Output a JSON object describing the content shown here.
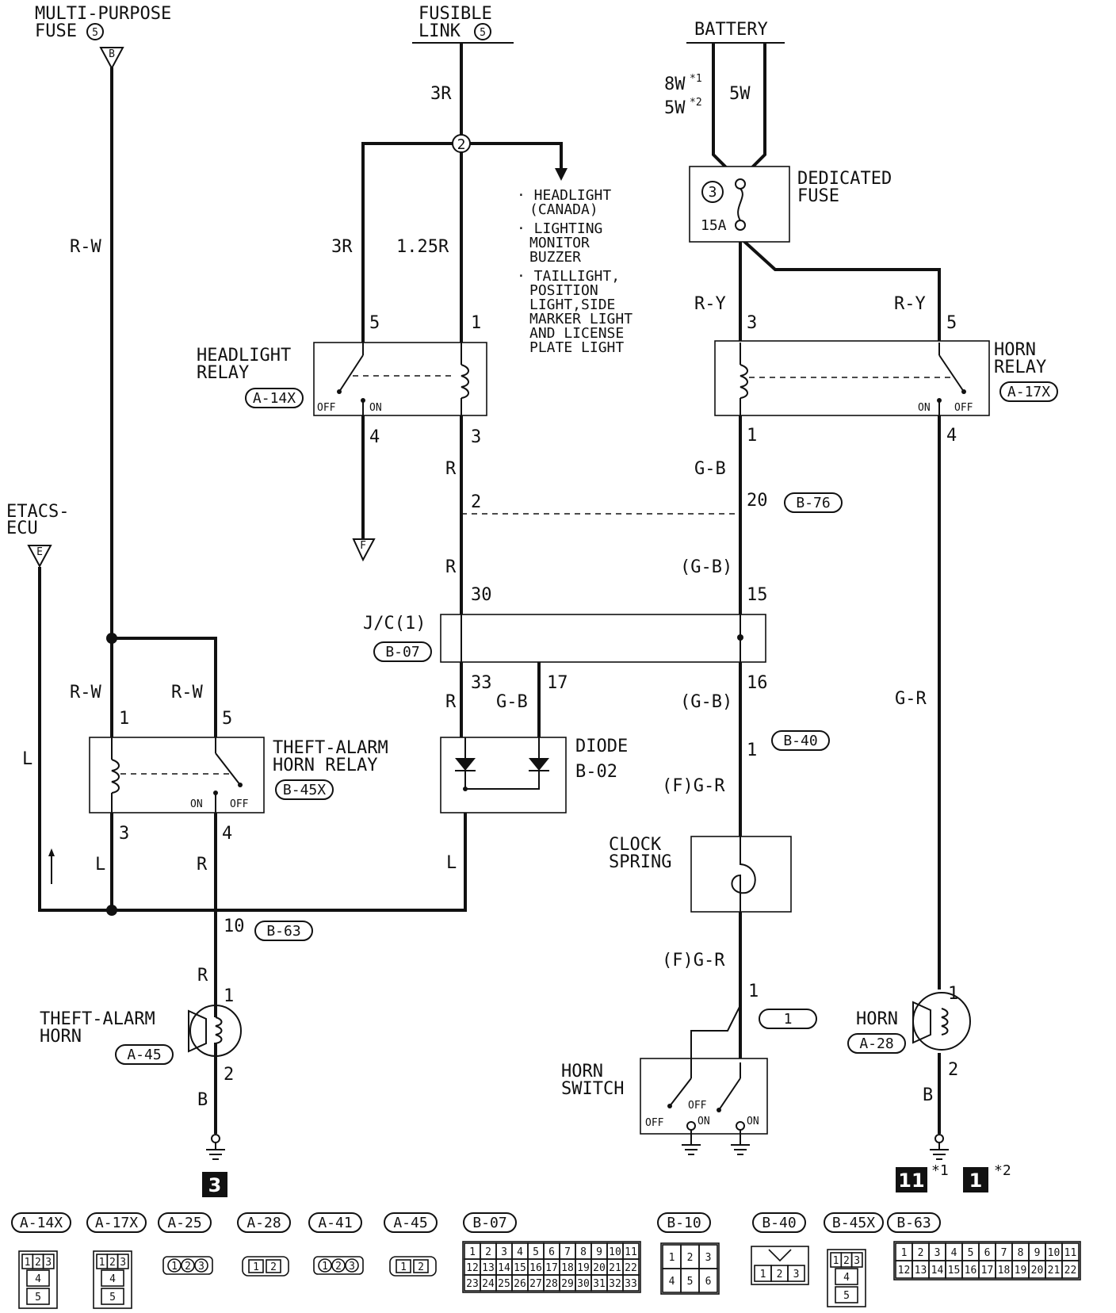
{
  "sources": {
    "mp_fuse_line1": "MULTI-PURPOSE",
    "mp_fuse_line2": "FUSE",
    "mp_fuse_num": "5",
    "mp_fuse_term": "B",
    "fusible_line1": "FUSIBLE",
    "fusible_line2": "LINK",
    "fusible_num": "5",
    "battery": "BATTERY",
    "etacs_line1": "ETACS-",
    "etacs_line2": "ECU",
    "etacs_term": "E",
    "ground_f": "F"
  },
  "wires": {
    "rw_top": "R-W",
    "rw_left": "R-W",
    "rw_right": "R-W",
    "r3_top": "3R",
    "r3_left": "3R",
    "r125": "1.25R",
    "w8": "8W",
    "w8_note": "*1",
    "w5a": "5W",
    "w5a_note": "*2",
    "w5b": "5W",
    "ry_left": "R-Y",
    "ry_right": "R-Y",
    "r_a": "R",
    "r_b": "R",
    "r_c": "R",
    "gb_a": "G-B",
    "gb_b": "(G-B)",
    "gb_c": "G-B",
    "gb_d": "(G-B)",
    "l_left": "L",
    "l_a": "L",
    "r_d": "R",
    "l_b": "L",
    "fgr_a": "(F)G-R",
    "fgr_b": "(F)G-R",
    "gr": "G-R",
    "r_e": "R",
    "b_a": "B",
    "b_b": "B"
  },
  "splice_num": "2",
  "circuits": [
    "· HEADLIGHT",
    "(CANADA)",
    "· LIGHTING",
    "MONITOR",
    "BUZZER",
    "· TAILLIGHT,",
    "POSITION",
    "LIGHT,SIDE",
    "MARKER LIGHT",
    "AND LICENSE",
    "PLATE LIGHT"
  ],
  "dedicated_fuse": {
    "line1": "DEDICATED",
    "line2": "FUSE",
    "num": "3",
    "rating": "15A"
  },
  "headlight_relay": {
    "line1": "HEADLIGHT",
    "line2": "RELAY",
    "code": "A-14X",
    "off": "OFF",
    "on": "ON",
    "pin5": "5",
    "pin1": "1",
    "pin4": "4",
    "pin3": "3"
  },
  "horn_relay": {
    "line1": "HORN",
    "line2": "RELAY",
    "code": "A-17X",
    "off": "OFF",
    "on": "ON",
    "pin3": "3",
    "pin5": "5",
    "pin1": "1",
    "pin4": "4"
  },
  "b76": {
    "pin_left": "2",
    "pin_right": "20",
    "code": "B-76"
  },
  "jc": {
    "name": "J/C(1)",
    "code": "B-07",
    "pin30": "30",
    "pin15": "15",
    "pin33": "33",
    "pin17": "17",
    "pin16": "16"
  },
  "diode": {
    "name": "DIODE",
    "code": "B-02"
  },
  "b40": {
    "pin": "1",
    "code": "B-40"
  },
  "clock_spring": {
    "line1": "CLOCK",
    "line2": "SPRING"
  },
  "theft_relay": {
    "line1": "THEFT-ALARM",
    "line2": "HORN RELAY",
    "code": "B-45X",
    "on": "ON",
    "off": "OFF",
    "pin1": "1",
    "pin5": "5",
    "pin3": "3",
    "pin4": "4"
  },
  "b63": {
    "pin": "10",
    "code": "B-63"
  },
  "theft_horn": {
    "line1": "THEFT-ALARM",
    "line2": "HORN",
    "code": "A-45",
    "pin1": "1",
    "pin2": "2"
  },
  "horn_switch": {
    "line1": "HORN",
    "line2": "SWITCH",
    "pin": "1",
    "conn_ref": "1",
    "off_a": "OFF",
    "off_b": "OFF",
    "on_a": "ON",
    "on_b": "ON"
  },
  "horn": {
    "name": "HORN",
    "code": "A-28",
    "pin1": "1",
    "pin2": "2"
  },
  "ground_points": {
    "left": "3",
    "right_a": "11",
    "right_a_note": "*1",
    "right_b": "1",
    "right_b_note": "*2"
  },
  "connectors": [
    {
      "code": "A-14X",
      "pins": [
        "1",
        "2",
        "3",
        "4",
        "5"
      ]
    },
    {
      "code": "A-17X",
      "pins": [
        "1",
        "2",
        "3",
        "4",
        "5"
      ]
    },
    {
      "code": "A-25",
      "pins": [
        "1",
        "2",
        "3"
      ]
    },
    {
      "code": "A-28",
      "pins": [
        "1",
        "2"
      ]
    },
    {
      "code": "A-41",
      "pins": [
        "1",
        "2",
        "3"
      ]
    },
    {
      "code": "A-45",
      "pins": [
        "1",
        "2"
      ]
    },
    {
      "code": "B-07",
      "pins": [
        "1",
        "2",
        "3",
        "4",
        "5",
        "6",
        "7",
        "8",
        "9",
        "10",
        "11",
        "12",
        "13",
        "14",
        "15",
        "16",
        "17",
        "18",
        "19",
        "20",
        "21",
        "22",
        "23",
        "24",
        "25",
        "26",
        "27",
        "28",
        "29",
        "30",
        "31",
        "32",
        "33"
      ]
    },
    {
      "code": "B-10",
      "pins": [
        "1",
        "2",
        "3",
        "4",
        "5",
        "6"
      ]
    },
    {
      "code": "B-40",
      "pins": [
        "1",
        "2",
        "3"
      ]
    },
    {
      "code": "B-45X",
      "pins": [
        "1",
        "2",
        "3",
        "4",
        "5"
      ]
    },
    {
      "code": "B-63",
      "pins": [
        "1",
        "2",
        "3",
        "4",
        "5",
        "6",
        "7",
        "8",
        "9",
        "10",
        "11",
        "12",
        "13",
        "14",
        "15",
        "16",
        "17",
        "18",
        "19",
        "20",
        "21",
        "22"
      ]
    }
  ]
}
